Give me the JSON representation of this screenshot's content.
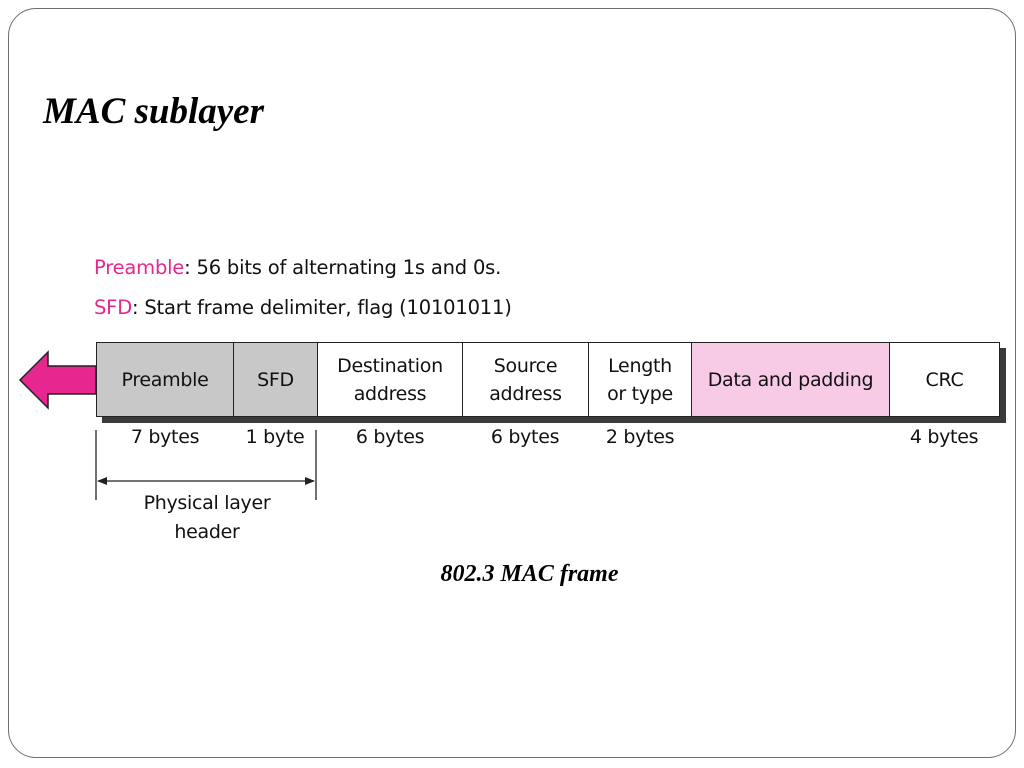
{
  "slide": {
    "title": "MAC sublayer",
    "caption": "802.3 MAC frame"
  },
  "notes": [
    {
      "term": "Preamble",
      "text": ": 56 bits of alternating 1s and 0s."
    },
    {
      "term": "SFD",
      "text": ": Start frame delimiter, flag (10101011)"
    }
  ],
  "frame": {
    "fields": [
      {
        "label": "Preamble",
        "size": "7 bytes",
        "fill": "#c8c8c8"
      },
      {
        "label": "SFD",
        "size": "1 byte",
        "fill": "#c8c8c8"
      },
      {
        "label": "Destination\naddress",
        "size": "6 bytes",
        "fill": "#ffffff"
      },
      {
        "label": "Source\naddress",
        "size": "6 bytes",
        "fill": "#ffffff"
      },
      {
        "label": "Length\nor type",
        "size": "2 bytes",
        "fill": "#ffffff"
      },
      {
        "label": "Data and padding",
        "size": "",
        "fill": "#f7cbe6"
      },
      {
        "label": "CRC",
        "size": "4 bytes",
        "fill": "#ffffff"
      }
    ],
    "direction_arrow_color": "#e6278f",
    "physical_layer_label": "Physical layer\nheader"
  }
}
